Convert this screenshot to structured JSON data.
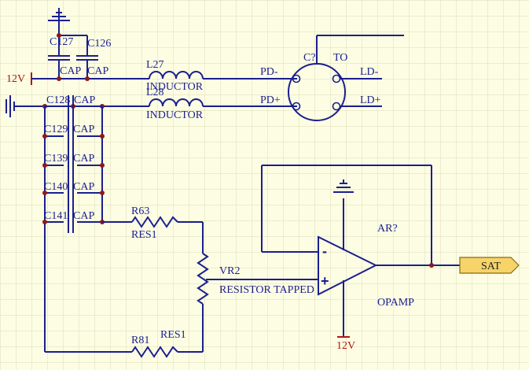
{
  "labels": {
    "c127": "C127",
    "c126": "C126",
    "cap_a": "CAP",
    "cap_b": "CAP",
    "supply_12v_left": "12V",
    "l27": "L27",
    "l27_type": "INDUCTOR",
    "l28": "L28",
    "l28_type": "INDUCTOR",
    "pd_minus": "PD-",
    "pd_plus": "PD+",
    "ld_minus": "LD-",
    "ld_plus": "LD+",
    "c_q": "C?",
    "to": "TO",
    "c128": "C128",
    "cap128": "CAP",
    "c129": "C129",
    "cap129": "CAP",
    "c139": "C139",
    "cap139": "CAP",
    "c140": "C140",
    "cap140": "CAP",
    "c141": "C141",
    "cap141": "CAP",
    "r63": "R63",
    "res1_top": "RES1",
    "vr2": "VR2",
    "resistor_tapped": "RESISTOR TAPPED",
    "r81": "R81",
    "res1_bottom": "RES1",
    "ar": "AR?",
    "opamp": "OPAMP",
    "minus_pin": "-",
    "plus_pin": "+",
    "supply_12v_bottom": "12V",
    "sat": "SAT"
  },
  "colors": {
    "background": "#fdfde3",
    "grid": "#dcdcb8",
    "wire": "#1a1f8f",
    "junction": "#8a1b1b",
    "power_label": "#b01515",
    "port_fill": "#f6d46a"
  }
}
